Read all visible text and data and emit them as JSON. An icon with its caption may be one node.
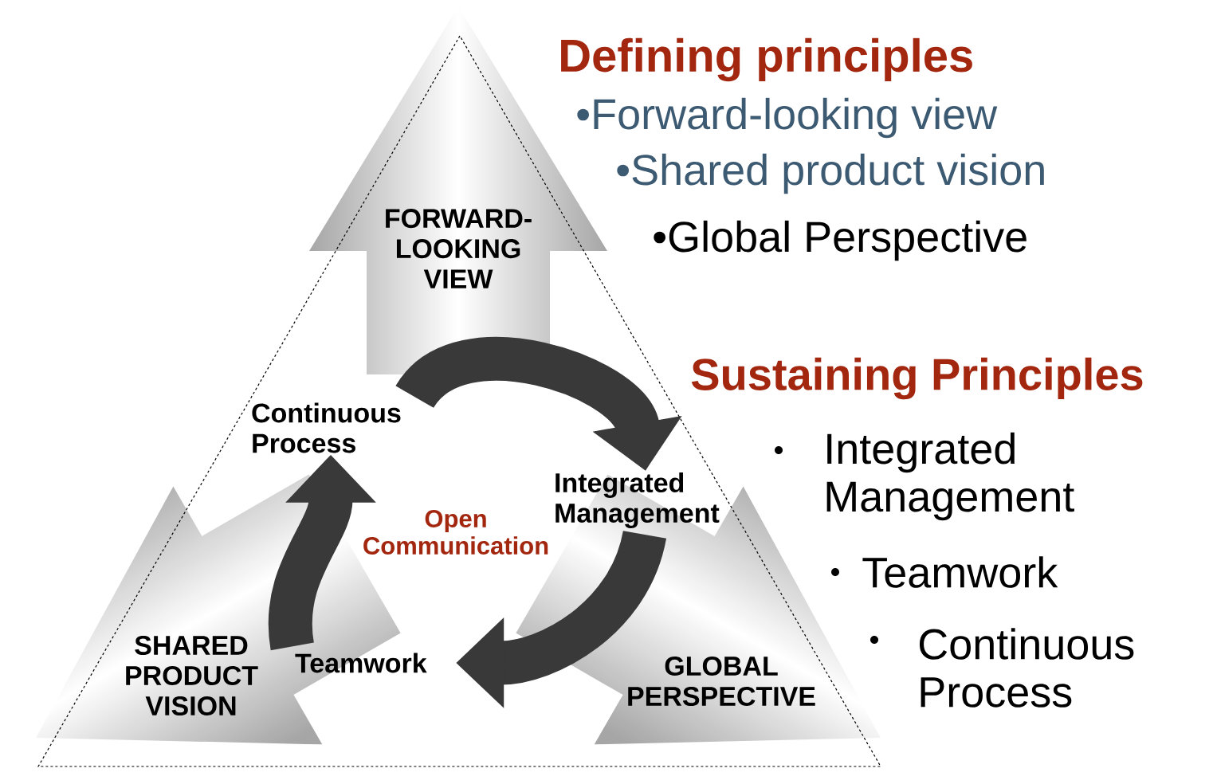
{
  "diagram": {
    "nodes": [
      {
        "text": [
          "FORWARD-LOOKING VIEW"
        ]
      },
      {
        "text": [
          "SHARED PRODUCT VISION"
        ]
      },
      {
        "text": [
          "GLOBAL PERSPECTIVE"
        ]
      },
      {
        "text": [
          "Continuous Process"
        ]
      },
      {
        "text": [
          "Integrated Management"
        ]
      },
      {
        "text": [
          "Teamwork"
        ]
      }
    ],
    "edges": [
      {
        "from": 3,
        "to": 4,
        "arrow": "to"
      },
      {
        "from": 4,
        "to": 5,
        "arrow": "to"
      },
      {
        "from": 5,
        "to": 3,
        "arrow": "to"
      }
    ],
    "labels": [
      "Open Communication",
      "Defining principles",
      "•Forward-looking view",
      "•Shared product vision",
      "•Global Perspective",
      "Sustaining Principles",
      "Integrated Management",
      "Teamwork",
      "Continuous Process"
    ]
  }
}
